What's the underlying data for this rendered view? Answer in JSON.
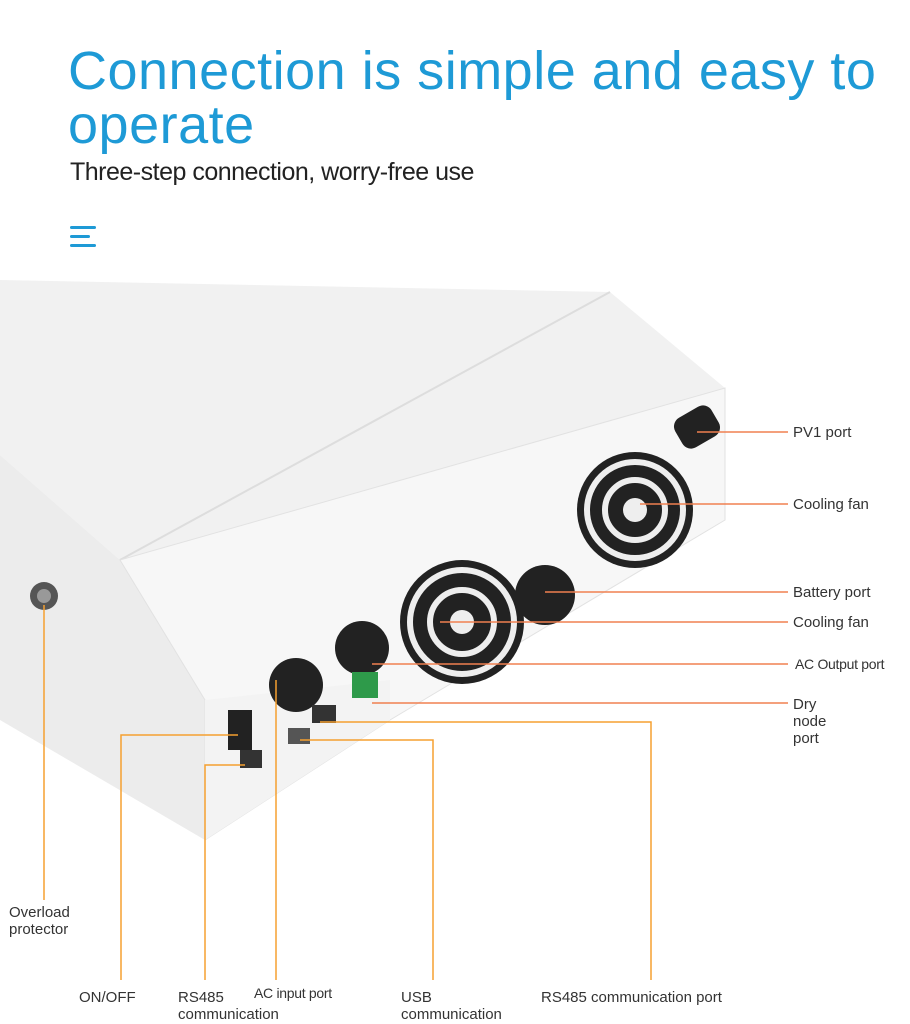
{
  "header": {
    "title": "Connection is simple and easy to operate",
    "subtitle": "Three-step connection, worry-free use",
    "menu_icon": "hamburger-menu-icon"
  },
  "callouts": {
    "right": [
      "PV1 port",
      "Cooling fan",
      "Battery port",
      "Cooling fan",
      "AC  Output port",
      "Dry node port"
    ],
    "bottom": [
      "Overload protector",
      "ON/OFF",
      "RS485 communication",
      "AC  input port",
      "USB communication",
      "RS485 communication port"
    ]
  },
  "colors": {
    "title": "#1e9ad6",
    "right_lines": "#f08050",
    "bottom_lines": "#f5a030"
  }
}
